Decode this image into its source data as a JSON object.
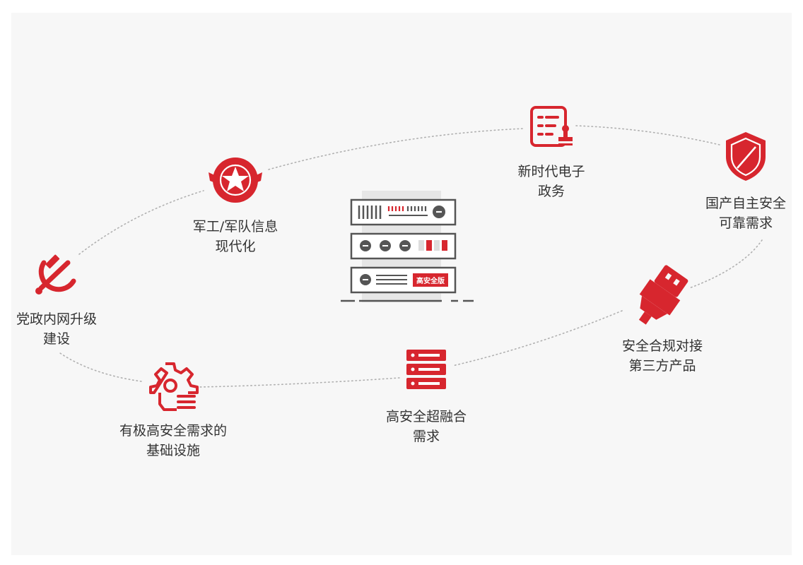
{
  "colors": {
    "accent": "#d7262e",
    "line": "#b0b0b0",
    "text": "#333333",
    "server": "#555555"
  },
  "center": {
    "badge": "高安全版"
  },
  "nodes": [
    {
      "id": "party",
      "icon": "hammer-sickle-icon",
      "lines": [
        "党政内网升级",
        "建设"
      ]
    },
    {
      "id": "military",
      "icon": "military-star-badge-icon",
      "lines": [
        "军工/军队信息",
        "现代化"
      ]
    },
    {
      "id": "gov",
      "icon": "document-stamp-icon",
      "lines": [
        "新时代电子",
        "政务"
      ]
    },
    {
      "id": "domestic",
      "icon": "shield-icon",
      "lines": [
        "国产自主安全",
        "可靠需求"
      ]
    },
    {
      "id": "thirdparty",
      "icon": "usb-plug-icon",
      "lines": [
        "安全合规对接",
        "第三方产品"
      ]
    },
    {
      "id": "hci",
      "icon": "server-rack-icon",
      "lines": [
        "高安全超融合",
        "需求"
      ]
    },
    {
      "id": "infra",
      "icon": "gear-list-icon",
      "lines": [
        "有极高安全需求的",
        "基础设施"
      ]
    }
  ]
}
